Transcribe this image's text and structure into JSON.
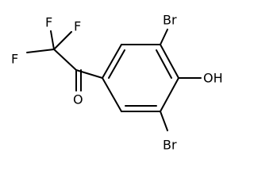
{
  "atoms": {
    "f_top": "F",
    "f_left": "F",
    "f_right": "F",
    "o_carbonyl": "O",
    "br_top": "Br",
    "oh": "OH",
    "br_bottom": "Br"
  },
  "colors": {
    "line": "#000000",
    "background": "#ffffff"
  }
}
